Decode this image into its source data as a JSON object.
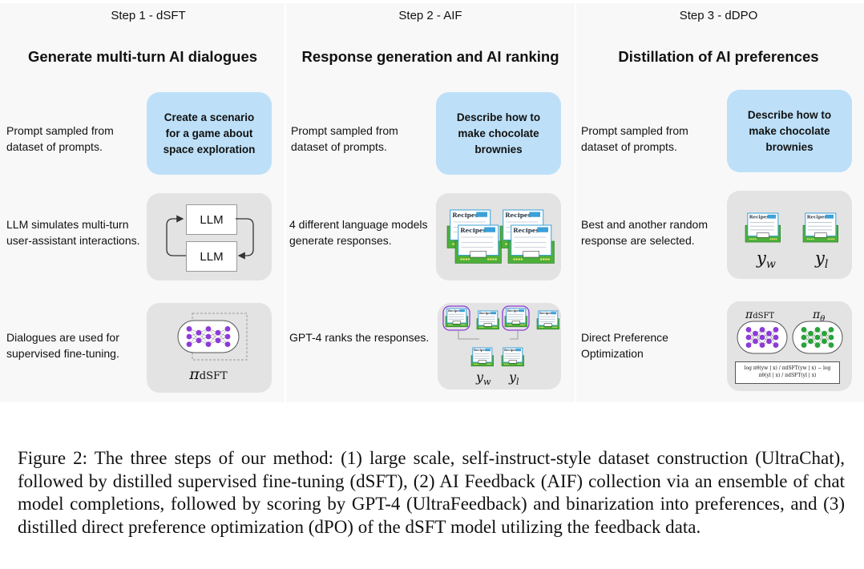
{
  "panels": [
    {
      "step": "Step 1 - dSFT",
      "heading": "Generate multi-turn AI dialogues",
      "rows": [
        "Prompt sampled from dataset of prompts.",
        "LLM simulates multi-turn user-assistant interactions.",
        "Dialogues are used for supervised fine-tuning."
      ],
      "prompt_box": "Create a scenario for a game about space exploration",
      "llm_label_top": "LLM",
      "llm_label_bottom": "LLM",
      "pi_label": "π",
      "pi_sub": "dSFT"
    },
    {
      "step": "Step 2 - AIF",
      "heading": "Response generation and AI ranking",
      "rows": [
        "Prompt sampled from dataset of prompts.",
        "4 different language models generate responses.",
        "GPT-4 ranks the responses."
      ],
      "prompt_box": "Describe how to make chocolate brownies",
      "yw_base": "y",
      "yw_sub": "w",
      "yl_base": "y",
      "yl_sub": "l"
    },
    {
      "step": "Step 3 - dDPO",
      "heading": "Distillation of AI preferences",
      "rows": [
        "Prompt sampled from dataset of prompts.",
        "Best and another random response are selected.",
        "Direct Preference Optimization"
      ],
      "prompt_box": "Describe how to make chocolate brownies",
      "yw_base": "y",
      "yw_sub": "w",
      "yl_base": "y",
      "yl_sub": "l",
      "pi_dsft_label": "π",
      "pi_dsft_sub": "dSFT",
      "pi_theta_label": "π",
      "pi_theta_sub": "θ",
      "formula": "log πθ(yw | x) / πdSFT(yw | x) − log πθ(yl | x) / πdSFT(yl | x)"
    }
  ],
  "card_title": "Recipes",
  "caption": "Figure 2: The three steps of our method: (1) large scale, self-instruct-style dataset construction (UltraChat), followed by distilled supervised fine-tuning (dSFT), (2) AI Feedback (AIF) collection via an ensemble of chat model completions, followed by scoring by GPT-4 (UltraFeedback) and binarization into preferences, and (3) distilled direct preference optimization (dPO) of the dSFT model utilizing the feedback data.",
  "colors": {
    "purple": "#8e3ad8",
    "green": "#29a33a",
    "blue_box": "#bde0f8",
    "gray_box": "#e3e3e3",
    "card_green": "#4caf3a"
  }
}
